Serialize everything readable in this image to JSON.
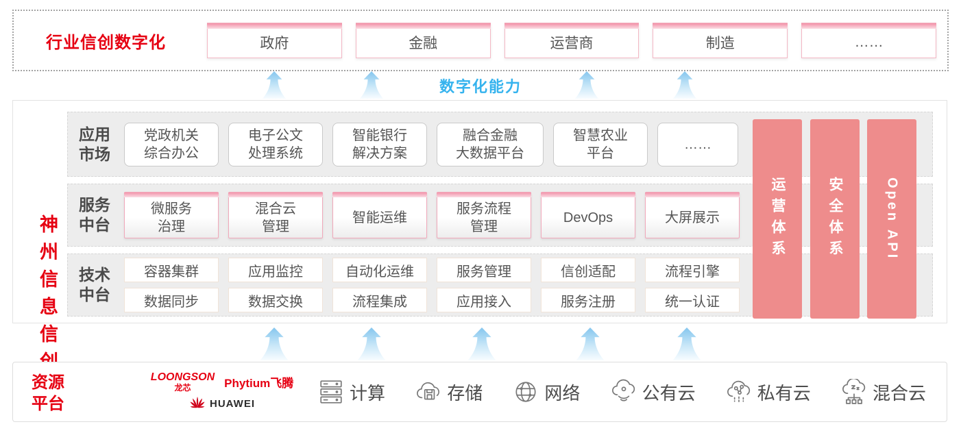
{
  "top_band": {
    "title": "行业信创数字化",
    "industries": [
      "政府",
      "金融",
      "运营商",
      "制造",
      "……"
    ]
  },
  "capability": {
    "label": "数字化能力"
  },
  "platform": {
    "vertical_title": "神州信息信创云",
    "rows": {
      "app_market": {
        "label": "应用\n市场",
        "items": [
          "党政机关\n综合办公",
          "电子公文\n处理系统",
          "智能银行\n解决方案",
          "融合金融\n大数据平台",
          "智慧农业\n平台",
          "……"
        ]
      },
      "service": {
        "label": "服务\n中台",
        "items": [
          "微服务\n治理",
          "混合云\n管理",
          "智能运维",
          "服务流程\n管理",
          "DevOps",
          "大屏展示"
        ]
      },
      "tech": {
        "label": "技术\n中台",
        "row1": [
          "容器集群",
          "应用监控",
          "自动化运维",
          "服务管理",
          "信创适配",
          "流程引擎"
        ],
        "row2": [
          "数据同步",
          "数据交换",
          "流程集成",
          "应用接入",
          "服务注册",
          "统一认证"
        ]
      }
    },
    "pillars": [
      "运营体系",
      "安全体系",
      "Open API"
    ]
  },
  "resources": {
    "label": "资源\n平台",
    "vendors": {
      "loongson": "LOONGSON",
      "loongson_cn": "龙芯",
      "phytium": "Phytium飞腾",
      "huawei": "HUAWEI"
    },
    "items": [
      {
        "icon": "server-icon",
        "label": "计算"
      },
      {
        "icon": "storage-icon",
        "label": "存储"
      },
      {
        "icon": "network-icon",
        "label": "网络"
      },
      {
        "icon": "public-cloud-icon",
        "label": "公有云"
      },
      {
        "icon": "private-cloud-icon",
        "label": "私有云"
      },
      {
        "icon": "hybrid-cloud-icon",
        "label": "混合云"
      }
    ]
  },
  "colors": {
    "brand_red": "#e60012",
    "pillar_pink": "#ee8c8c",
    "capability_blue": "#35b3ee"
  }
}
